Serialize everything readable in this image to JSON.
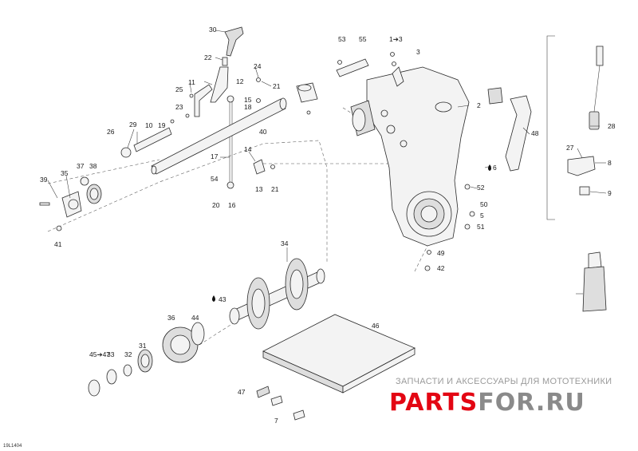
{
  "diagram": {
    "labels": [
      "30",
      "22",
      "12",
      "11",
      "25",
      "23",
      "24",
      "21",
      "15",
      "18",
      "10",
      "19",
      "26",
      "29",
      "40",
      "17",
      "14",
      "13",
      "39",
      "35",
      "37",
      "38",
      "41",
      "20",
      "16",
      "54",
      "53",
      "55",
      "1➔3",
      "3",
      "2",
      "48",
      "6",
      "52",
      "50",
      "5",
      "51",
      "49",
      "42",
      "34",
      "43",
      "36",
      "44",
      "31",
      "32",
      "33",
      "45➔47",
      "46",
      "47",
      "7",
      "28",
      "27",
      "8",
      "9"
    ],
    "code": "19L1404"
  },
  "watermark": {
    "tagline": "ЗАПЧАСТИ И АКСЕССУАРЫ ДЛЯ МОТОТЕХНИКИ",
    "brand_left": "PARTS",
    "brand_right": "FOR.RU",
    "color_left": "#e30613",
    "color_right": "#8a8a8a"
  }
}
